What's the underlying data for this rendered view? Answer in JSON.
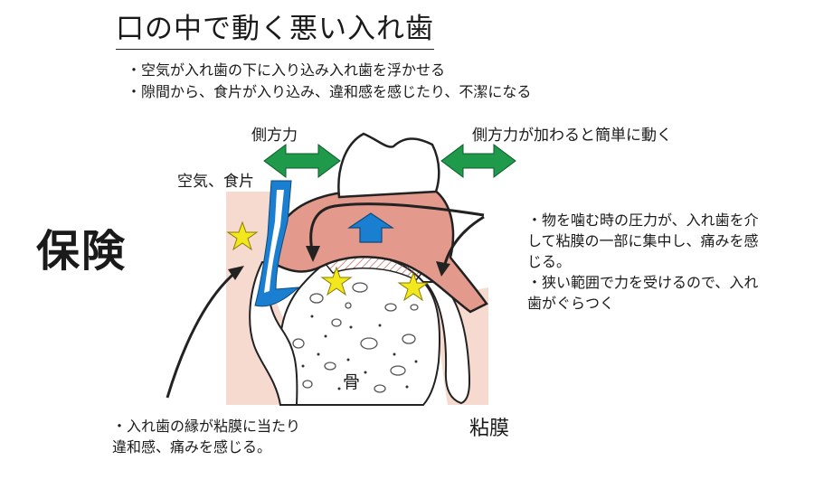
{
  "title": "口の中で動く悪い入れ歯",
  "subtitle_bullets": [
    "・空気が入れ歯の下に入り込み入れ歯を浮かせる",
    "・隙間から、食片が入り込み、違和感を感じたり、不潔になる"
  ],
  "side_label": "保険",
  "labels": {
    "lateral_force": "側方力",
    "lateral_force_moves": "側方力が加わると簡単に動く",
    "air_food": "空気、食片",
    "bone": "骨",
    "mucosa": "粘膜"
  },
  "note_right": {
    "bullet1_line1": "・物を噛む時の圧力が、入れ歯を介",
    "bullet1_line2": "して粘膜の一部に集中し、痛みを感",
    "bullet1_line3": "じる。",
    "bullet2_line1": "・狭い範囲で力を受けるので、入れ",
    "bullet2_line2": "歯がぐらつく"
  },
  "note_bottom": {
    "line1": "・入れ歯の縁が粘膜に当たり",
    "line2": "違和感、痛みを感じる。"
  },
  "colors": {
    "mucosa": "#f6d9cf",
    "denture": "#e39a8c",
    "tooth": "#ffffff",
    "arrow_green": "#1f9a4a",
    "air_blue": "#1a7fd0",
    "pain_star": "#f3e81e",
    "outline": "#222222"
  },
  "icons": [
    "double-arrow-icon",
    "pressure-arrow-icon",
    "pain-star-icon"
  ]
}
